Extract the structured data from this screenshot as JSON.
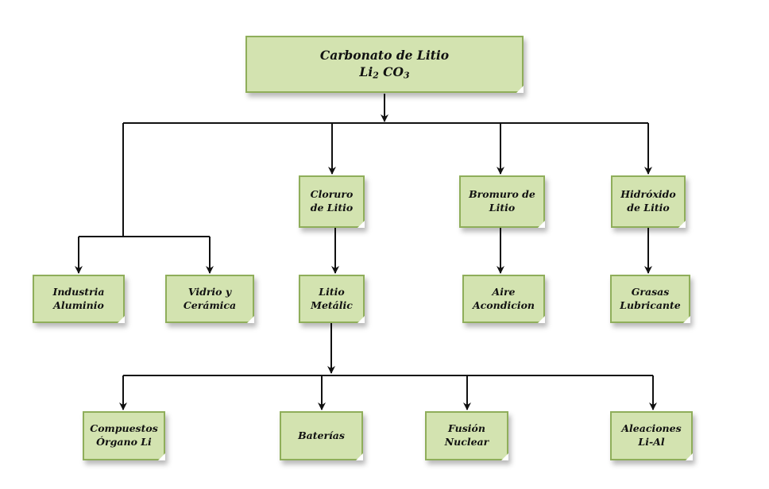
{
  "root": {
    "line1": "Carbonato de Litio",
    "formula": {
      "a": "Li",
      "a_sub": "2",
      "b": " CO",
      "b_sub": "3"
    }
  },
  "nodes": {
    "cloruro": {
      "line1": "Cloruro",
      "line2": "de Litio"
    },
    "bromuro": {
      "line1": "Bromuro de",
      "line2": "Litio"
    },
    "hidroxido": {
      "line1": "Hidróxido",
      "line2": "de Litio"
    },
    "industria": {
      "line1": "Industria",
      "line2": "Aluminio"
    },
    "vidrio": {
      "line1": "Vidrio y",
      "line2": "Cerámica"
    },
    "litio": {
      "line1": "Litio",
      "line2": "Metálic"
    },
    "aire": {
      "line1": "Aire",
      "line2": "Acondicion"
    },
    "grasas": {
      "line1": "Grasas",
      "line2": "Lubricante"
    },
    "compuestos": {
      "line1": "Compuestos",
      "line2": "Órgano Li"
    },
    "baterias": {
      "line1": "Baterías"
    },
    "fusion": {
      "line1": "Fusión",
      "line2": "Nuclear"
    },
    "aleaciones": {
      "line1": "Aleaciones",
      "line2": "Li-Al"
    }
  },
  "colors": {
    "box_fill": "#d3e3b0",
    "box_border": "#8fae5a",
    "connector": "#111111"
  }
}
